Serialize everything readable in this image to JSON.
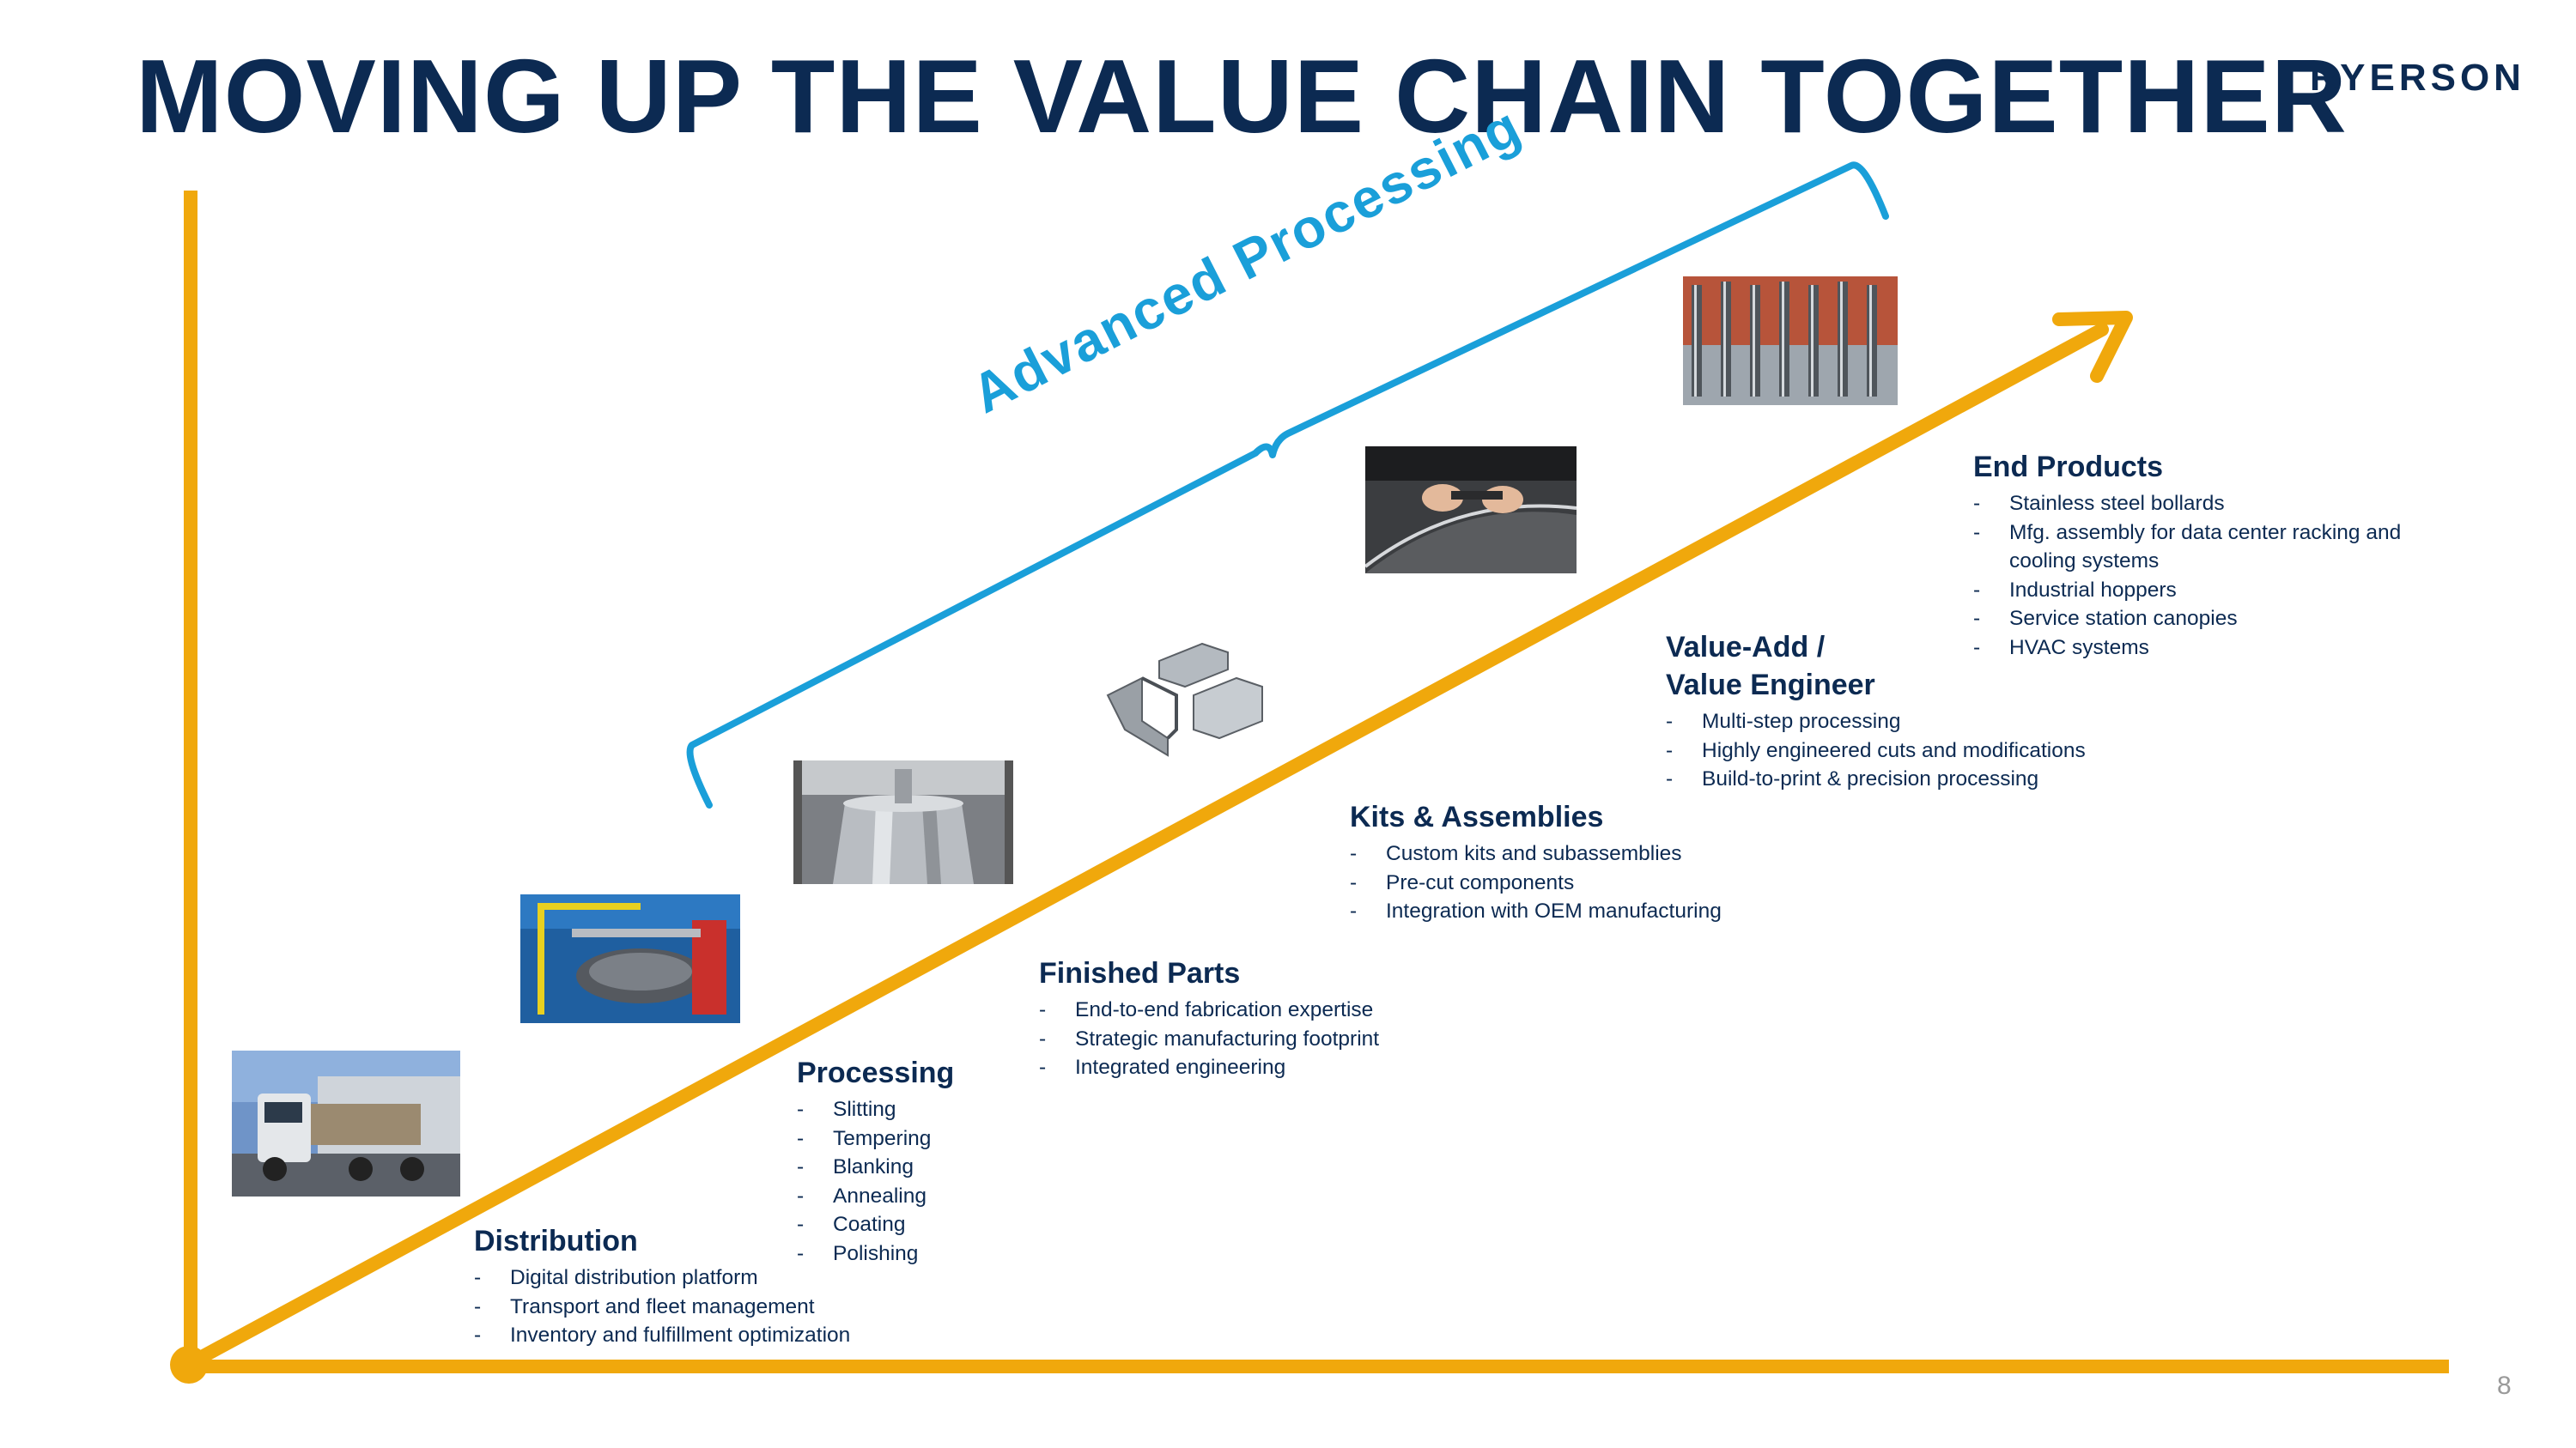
{
  "title": "MOVING UP THE VALUE CHAIN TOGETHER",
  "brand": "RYERSON",
  "page_number": "8",
  "advanced_processing_label": "Advanced Processing",
  "colors": {
    "title_navy": "#0c2a52",
    "arrow_orange": "#f0a80c",
    "bracket_blue": "#1a9fd9"
  },
  "stages": [
    {
      "title": "Distribution",
      "items": [
        "Digital distribution platform",
        "Transport and fleet management",
        "Inventory and fulfillment optimization"
      ],
      "photo": "truck-photo"
    },
    {
      "title": "Processing",
      "items": [
        "Slitting",
        "Tempering",
        "Blanking",
        "Annealing",
        "Coating",
        "Polishing"
      ],
      "photo": "slitting-line-photo"
    },
    {
      "title": "Finished Parts",
      "items": [
        "End-to-end fabrication expertise",
        "Strategic manufacturing footprint",
        "Integrated engineering"
      ],
      "photo": "stainless-tank-photo"
    },
    {
      "title": "Kits & Assemblies",
      "items": [
        "Custom kits and subassemblies",
        "Pre-cut components",
        "Integration with OEM manufacturing"
      ],
      "photo": "bent-brackets-photo"
    },
    {
      "title": "Value-Add /\nValue Engineer",
      "items": [
        "Multi-step processing",
        "Highly engineered cuts and modifications",
        "Build-to-print & precision processing"
      ],
      "photo": "hands-fabrication-photo"
    },
    {
      "title": "End Products",
      "items": [
        "Stainless steel bollards",
        "Mfg. assembly for data center racking and cooling systems",
        "Industrial hoppers",
        "Service station canopies",
        "HVAC systems"
      ],
      "photo": "bollards-photo"
    }
  ]
}
